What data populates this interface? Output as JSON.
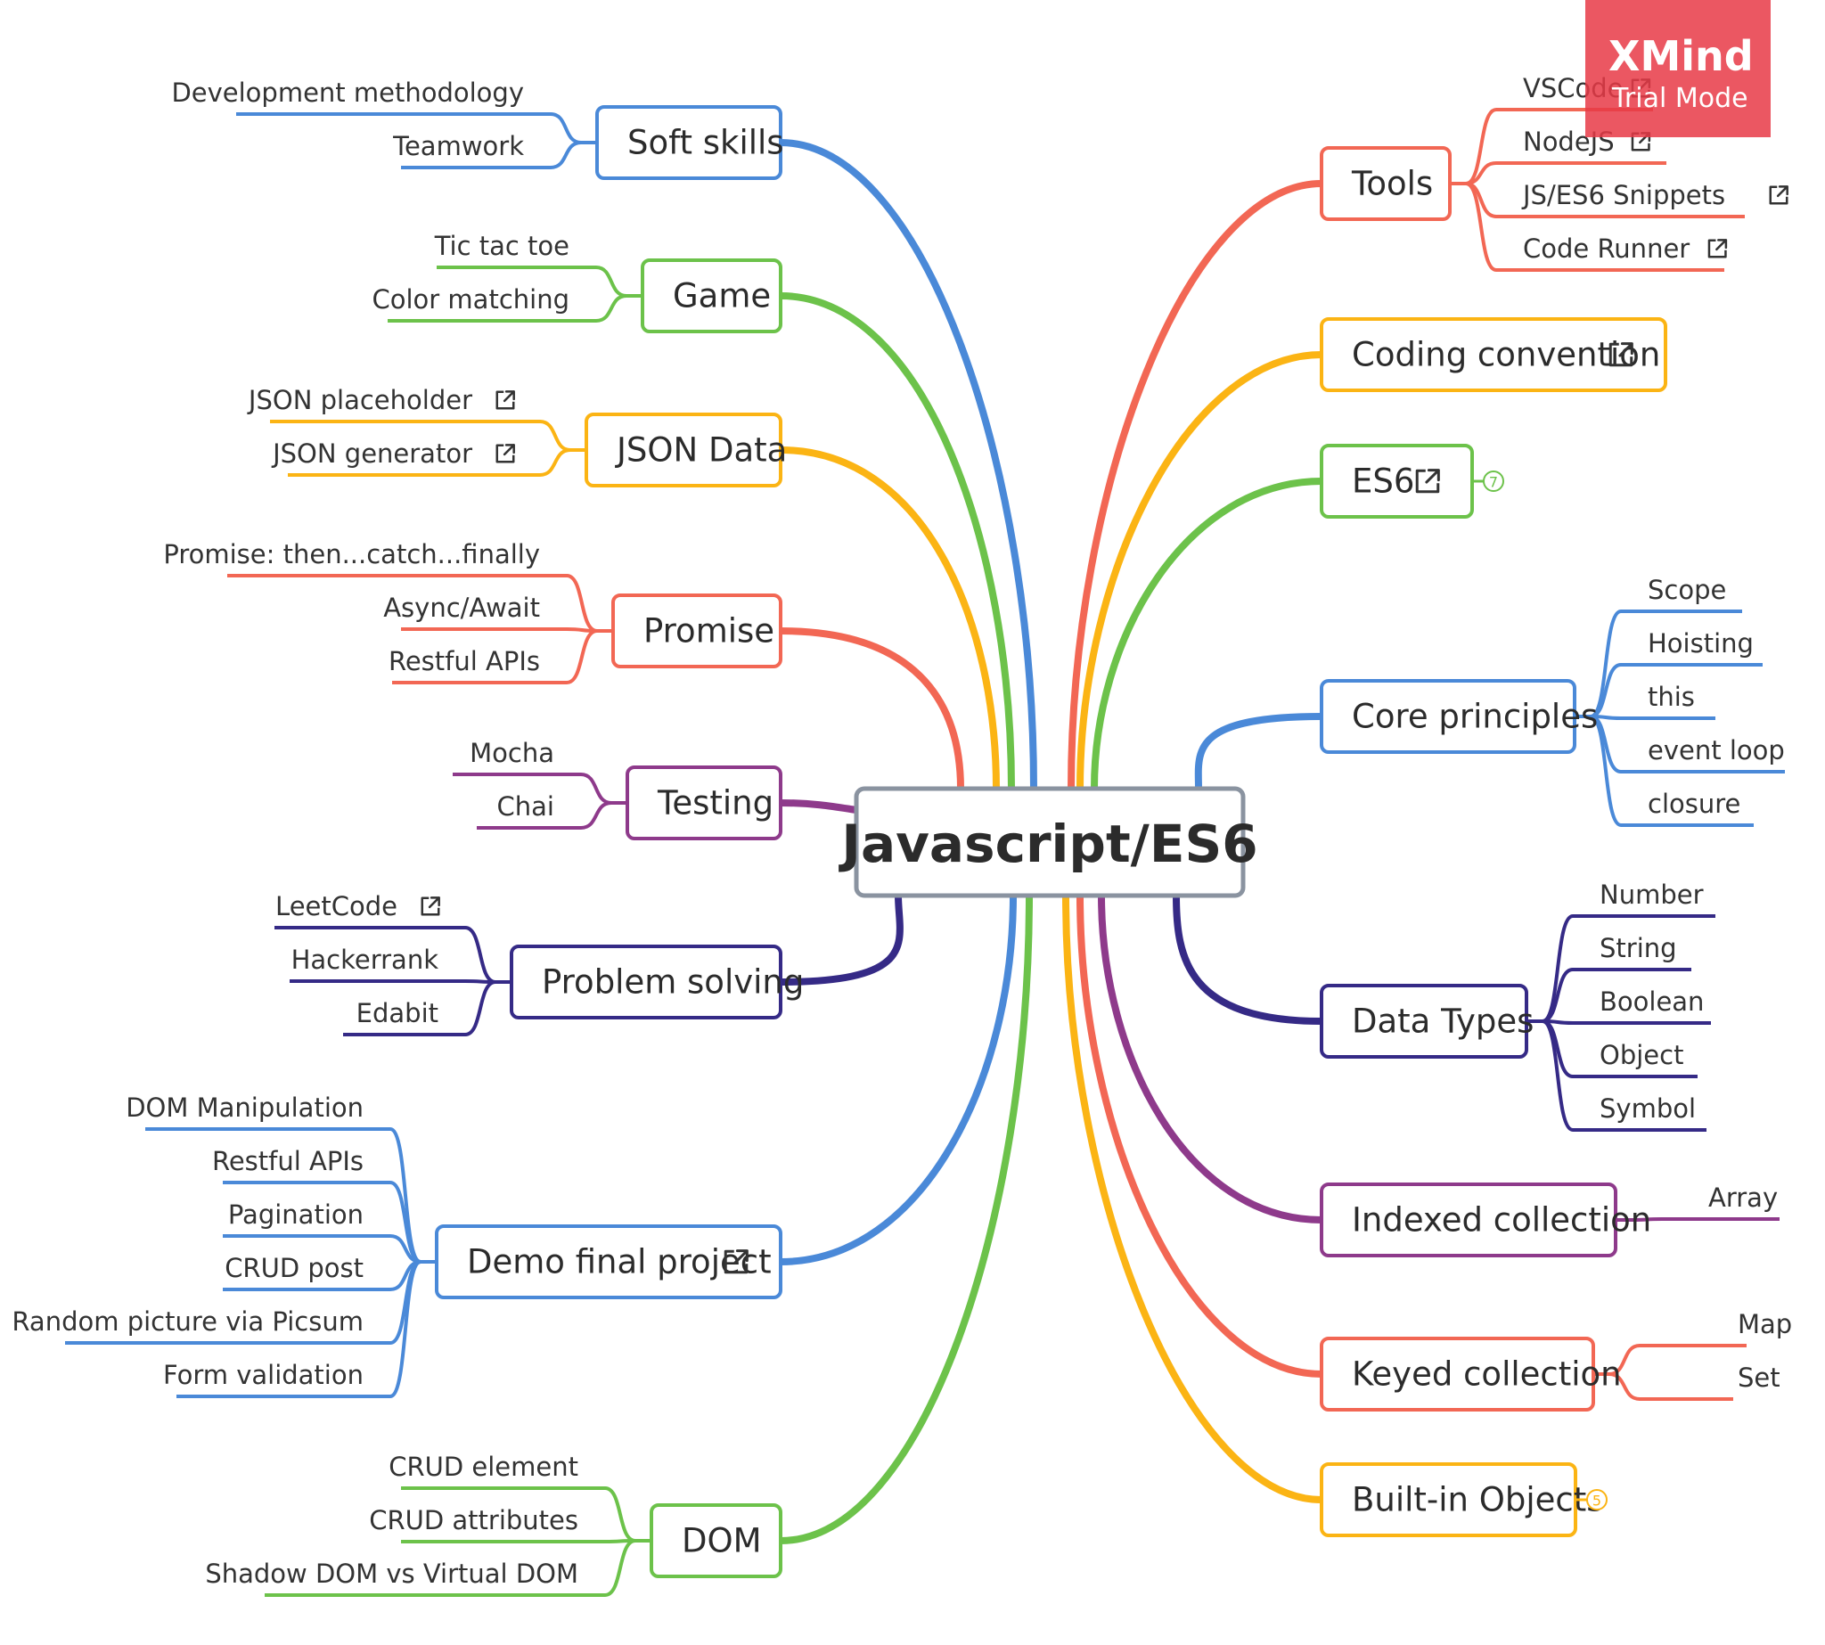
{
  "center": {
    "label": "Javascript/ES6"
  },
  "colors": {
    "blue": "#4a89d8",
    "green": "#6cc24a",
    "yellow": "#fbb414",
    "red": "#f26754",
    "purple": "#8e3a8b",
    "indigo": "#352a86",
    "gray": "#8a93a0"
  },
  "left_branches": [
    {
      "label": "Soft skills",
      "color": "blue",
      "children": [
        {
          "label": "Development methodology"
        },
        {
          "label": "Teamwork"
        }
      ]
    },
    {
      "label": "Game",
      "color": "green",
      "children": [
        {
          "label": "Tic tac toe"
        },
        {
          "label": "Color matching"
        }
      ]
    },
    {
      "label": "JSON Data",
      "color": "yellow",
      "children": [
        {
          "label": "JSON placeholder",
          "link": true
        },
        {
          "label": "JSON generator",
          "link": true
        }
      ]
    },
    {
      "label": "Promise",
      "color": "red",
      "children": [
        {
          "label": "Promise: then...catch...finally"
        },
        {
          "label": "Async/Await"
        },
        {
          "label": "Restful APIs"
        }
      ]
    },
    {
      "label": "Testing",
      "color": "purple",
      "children": [
        {
          "label": "Mocha"
        },
        {
          "label": "Chai"
        }
      ]
    },
    {
      "label": "Problem solving",
      "color": "indigo",
      "children": [
        {
          "label": "LeetCode",
          "link": true
        },
        {
          "label": "Hackerrank"
        },
        {
          "label": "Edabit"
        }
      ]
    },
    {
      "label": "Demo final project",
      "color": "blue",
      "link": true,
      "children": [
        {
          "label": "DOM Manipulation"
        },
        {
          "label": "Restful APIs"
        },
        {
          "label": "Pagination"
        },
        {
          "label": "CRUD post"
        },
        {
          "label": "Random picture via Picsum"
        },
        {
          "label": "Form validation"
        }
      ]
    },
    {
      "label": "DOM",
      "color": "green",
      "children": [
        {
          "label": "CRUD element"
        },
        {
          "label": "CRUD attributes"
        },
        {
          "label": "Shadow DOM vs Virtual DOM"
        }
      ]
    }
  ],
  "right_branches": [
    {
      "label": "Tools",
      "color": "red",
      "children": [
        {
          "label": "VSCode",
          "link": true
        },
        {
          "label": "NodeJS",
          "link": true
        },
        {
          "label": "JS/ES6 Snippets",
          "link": true
        },
        {
          "label": "Code Runner",
          "link": true
        }
      ]
    },
    {
      "label": "Coding convention",
      "color": "yellow",
      "link": true,
      "children": []
    },
    {
      "label": "ES6",
      "color": "green",
      "link": true,
      "collapsed_count": "7",
      "children": []
    },
    {
      "label": "Core principles",
      "color": "blue",
      "children": [
        {
          "label": "Scope"
        },
        {
          "label": "Hoisting"
        },
        {
          "label": "this"
        },
        {
          "label": "event loop"
        },
        {
          "label": "closure"
        }
      ]
    },
    {
      "label": "Data Types",
      "color": "indigo",
      "children": [
        {
          "label": "Number"
        },
        {
          "label": "String"
        },
        {
          "label": "Boolean"
        },
        {
          "label": "Object"
        },
        {
          "label": "Symbol"
        }
      ]
    },
    {
      "label": "Indexed collection",
      "color": "purple",
      "children": [
        {
          "label": "Array"
        }
      ]
    },
    {
      "label": "Keyed collection",
      "color": "red",
      "children": [
        {
          "label": "Map"
        },
        {
          "label": "Set"
        }
      ]
    },
    {
      "label": "Built-in Objects",
      "color": "yellow",
      "collapsed_count": "5",
      "children": []
    }
  ],
  "watermark": {
    "brand": "XMind",
    "mode": "Trial Mode"
  }
}
